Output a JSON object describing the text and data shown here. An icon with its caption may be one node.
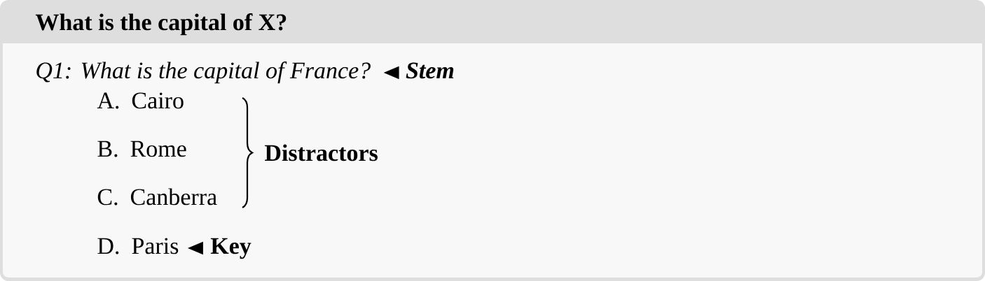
{
  "diagram": {
    "nodes": [
      {
        "text": [
          "What is the capital of X?"
        ]
      },
      {
        "text": [
          "Q1: What is the capital of France?"
        ],
        "in": 0
      },
      {
        "text": [
          "Stem"
        ],
        "in": 0
      },
      {
        "text": [
          "D. Paris"
        ],
        "in": 0
      },
      {
        "text": [
          "Key"
        ],
        "in": 0
      }
    ],
    "edges": [
      {
        "from": 2,
        "to": 1,
        "arrow": "to"
      },
      {
        "from": 4,
        "to": 3,
        "arrow": "to"
      }
    ],
    "labels": [
      "A. Cairo",
      "B. Rome",
      "C. Canberra",
      "Distractors"
    ]
  }
}
